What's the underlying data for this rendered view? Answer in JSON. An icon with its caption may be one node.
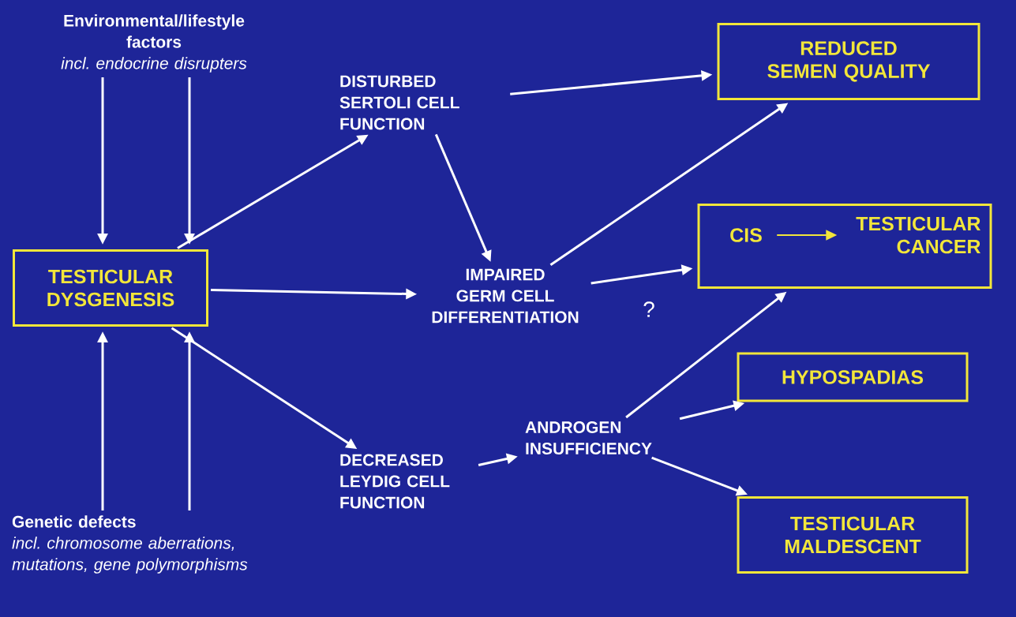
{
  "diagram": {
    "nodes": [
      {
        "text": [
          "Environmental/lifestyle factors",
          "incl. endocrine disrupters"
        ]
      },
      {
        "text": [
          "TESTICULAR DYSGENESIS"
        ]
      },
      {
        "text": [
          "Genetic defects",
          "incl. chromosome aberrations, mutations, gene polymorphisms"
        ]
      },
      {
        "text": [
          "DISTURBED SERTOLI CELL FUNCTION"
        ]
      },
      {
        "text": [
          "IMPAIRED GERM CELL DIFFERENTIATION"
        ]
      },
      {
        "text": [
          "DECREASED LEYDIG CELL FUNCTION"
        ]
      },
      {
        "text": [
          "ANDROGEN INSUFFICIENCY"
        ]
      },
      {
        "text": [
          "REDUCED SEMEN QUALITY"
        ]
      },
      {
        "text": [],
        "shape": "box"
      },
      {
        "text": [
          "CIS"
        ],
        "in": 8
      },
      {
        "text": [
          "TESTICULAR CANCER"
        ],
        "in": 8
      },
      {
        "text": [
          "HYPOSPADIAS"
        ]
      },
      {
        "text": [
          "TESTICULAR MALDESCENT"
        ]
      }
    ],
    "edges": [
      {
        "from": 0,
        "to": 1,
        "arrow": "to"
      },
      {
        "from": 0,
        "to": 1,
        "arrow": "to"
      },
      {
        "from": 2,
        "to": 1,
        "arrow": "to"
      },
      {
        "from": 2,
        "to": 1,
        "arrow": "to"
      },
      {
        "from": 1,
        "to": 3,
        "arrow": "to"
      },
      {
        "from": 1,
        "to": 4,
        "arrow": "to"
      },
      {
        "from": 1,
        "to": 5,
        "arrow": "to"
      },
      {
        "from": 3,
        "to": 4,
        "arrow": "to"
      },
      {
        "from": 3,
        "to": 7,
        "arrow": "to"
      },
      {
        "from": 4,
        "to": 7,
        "arrow": "to"
      },
      {
        "from": 4,
        "to": 8,
        "arrow": "to"
      },
      {
        "from": 5,
        "to": 6,
        "arrow": "to"
      },
      {
        "from": 6,
        "to": 8,
        "arrow": "to"
      },
      {
        "from": 6,
        "to": 11,
        "arrow": "to"
      },
      {
        "from": 6,
        "to": 12,
        "arrow": "to"
      },
      {
        "from": 9,
        "to": 10,
        "arrow": "to",
        "color": "#f2e63a"
      }
    ],
    "labels": [
      "?"
    ]
  }
}
